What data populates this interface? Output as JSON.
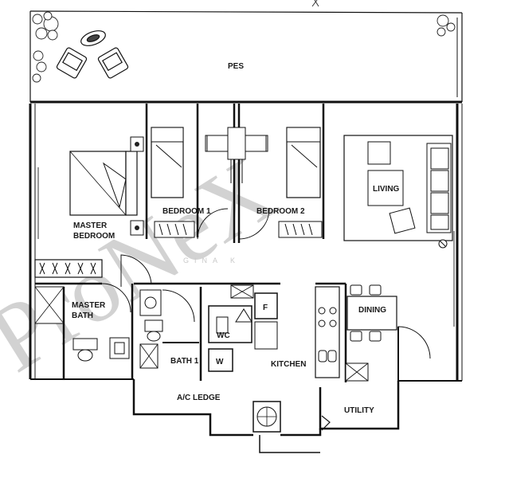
{
  "floorplan": {
    "rooms": {
      "pes": "PES",
      "master_bedroom": [
        "MASTER",
        "BEDROOM"
      ],
      "bedroom1": "BEDROOM 1",
      "bedroom2": "BEDROOM 2",
      "living": "LIVING",
      "master_bath": [
        "MASTER",
        "BATH"
      ],
      "bath1": "BATH 1",
      "wc": "WC",
      "w": "W",
      "f": "F",
      "kitchen": "KITCHEN",
      "dining": "DINING",
      "ac_ledge": "A/C LEDGE",
      "utility": "UTILITY"
    },
    "watermark": {
      "brand": "ProNeX",
      "agent": "GINA K"
    }
  }
}
